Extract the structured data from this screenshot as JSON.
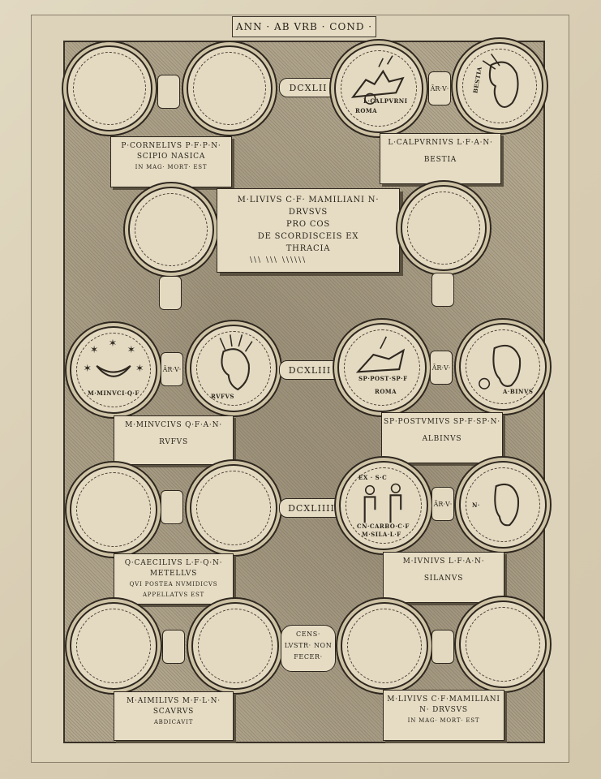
{
  "header": "ANN · AB VRB · COND ·",
  "years": [
    "DCXLII",
    "DCXLIII",
    "DCXLIIII"
  ],
  "connector_mark": "ĀR·V·",
  "coin_texts": {
    "calpurni": "L·CALPVRNI",
    "roma1": "ROMA",
    "bestia": "BESTIA",
    "minuci": "M·MINVCI·Q·F",
    "rufus": "RVFVS",
    "postumi": "SP·POST·SP·F",
    "roma2": "ROMA",
    "albinus": "A·BINVS",
    "ex_sc": "EX · S·C",
    "carbo": "CN·CARBO·C·F",
    "sila": "M·SILA·L·F",
    "n": "N·"
  },
  "labels": {
    "cornelius": [
      "P·CORNELIVS  P·F·P·N·",
      "SCIPIO NASICA",
      "IN MAG· MORT· EST"
    ],
    "calpurnius": [
      "L·CALPVRNIVS  L·F·A·N·",
      "BESTIA"
    ],
    "livius_drusus": [
      "M·LIVIVS  C·F· MAMILIANI  N· DRVSVS",
      "PRO COS",
      "DE SCORDISCEIS EX",
      "THRACIA"
    ],
    "minucius": [
      "M·MINVCIVS  Q·F·A·N·",
      "RVFVS"
    ],
    "postumius": [
      "SP·POSTVMIVS SP·F·SP·N·",
      "ALBINVS"
    ],
    "caecilius": [
      "Q·CAECILIVS  L·F·Q·N·",
      "METELLVS",
      "QVI POSTEA NVMIDICVS",
      "APPELLATVS EST"
    ],
    "iunius": [
      "M·IVNIVS  L·F·A·N·",
      "SILANVS"
    ],
    "aimilius": [
      "M·AIMILIVS  M·F·L·N·",
      "SCAVRVS",
      "ABDICAVIT"
    ],
    "livius2": [
      "M·LIVIVS C·F·MAMILIANI",
      "N· DRVSVS",
      "IN MAG· MORT· EST"
    ]
  },
  "hatch_marks": "\\\\\\ \\\\\\ \\\\\\\\\\\\",
  "cens": [
    "CENS·",
    "LVSTR· NON",
    "FECER·"
  ]
}
